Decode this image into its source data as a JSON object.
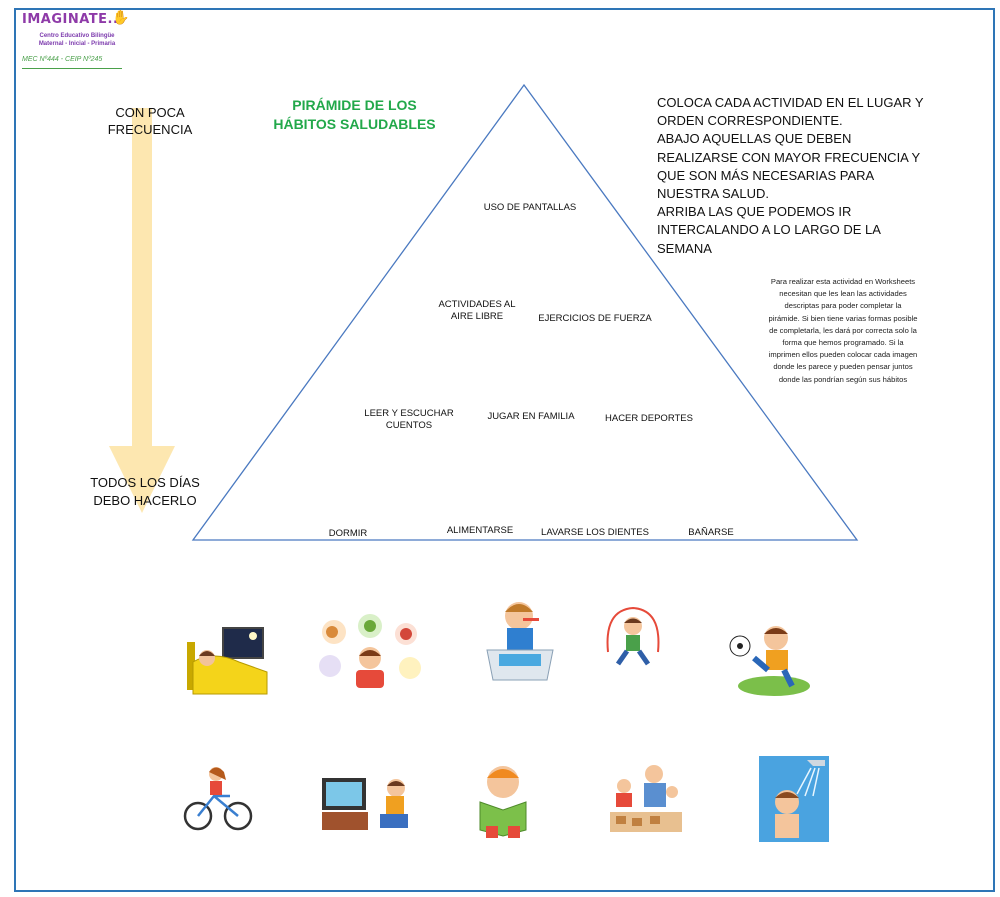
{
  "logo": {
    "title": "IMAGINATE...",
    "subtitle_1": "Centro Educativo Bilingüe",
    "subtitle_2": "Maternal - Inicial - Primaria",
    "registration": "MEC Nº444 - CEIP Nº245"
  },
  "side_labels": {
    "top": "CON POCA FRECUENCIA",
    "bottom": "TODOS LOS DÍAS DEBO HACERLO"
  },
  "title": "PIRÁMIDE DE LOS HÁBITOS SALUDABLES",
  "instructions": [
    "COLOCA CADA ACTIVIDAD EN EL LUGAR Y ORDEN CORRESPONDIENTE.",
    "ABAJO AQUELLAS QUE DEBEN REALIZARSE CON MAYOR FRECUENCIA Y QUE SON MÁS NECESARIAS PARA NUESTRA SALUD.",
    "ARRIBA LAS QUE PODEMOS IR INTERCALANDO A LO LARGO DE LA SEMANA"
  ],
  "teacher_note": "Para realizar esta actividad en Worksheets necesitan que les lean las actividades descriptas para poder completar la pirámide. Si bien tiene varias formas posible de completarla, les dará por correcta solo la forma que hemos programado. Si la imprimen ellos pueden colocar cada imagen donde les parece y pueden pensar juntos donde las pondrían según sus hábitos",
  "pyramid": {
    "level_4": [
      "USO DE PANTALLAS"
    ],
    "level_3": [
      "ACTIVIDADES AL AIRE LIBRE",
      "EJERCICIOS DE FUERZA"
    ],
    "level_2": [
      "LEER Y ESCUCHAR CUENTOS",
      "JUGAR EN FAMILIA",
      "HACER DEPORTES"
    ],
    "level_1": [
      "DORMIR",
      "ALIMENTARSE",
      "LAVARSE LOS DIENTES",
      "BAÑARSE"
    ]
  },
  "images": {
    "row_1": [
      "sleeping-child",
      "healthy-food-child",
      "tooth-brushing-child",
      "jump-rope-child",
      "soccer-child"
    ],
    "row_2": [
      "bicycle-child",
      "tv-watching-child",
      "reading-child",
      "family-game-child",
      "shower-child"
    ]
  },
  "colors": {
    "border": "#2e75b6",
    "triangle": "#4a79c0",
    "title": "#22a84a",
    "arrow": "#fde7b0",
    "logo": "#8e3aa8"
  }
}
